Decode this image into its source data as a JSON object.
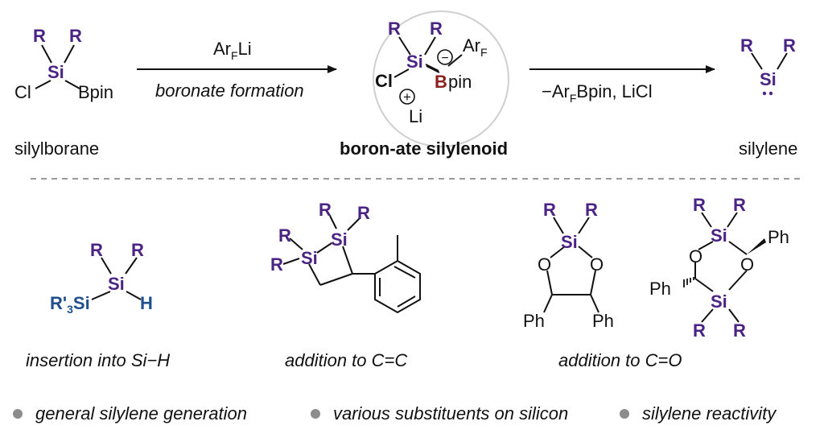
{
  "colors": {
    "purple": "#4a2384",
    "blue": "#1f4f8c",
    "boron": "#8c1f1f",
    "black": "#111111",
    "bullet_gray": "#8c8c8c",
    "circle_gray": "#cfcfcf",
    "dash_gray": "#9a9a9a"
  },
  "top": {
    "silylborane": {
      "r": "R",
      "si": "Si",
      "cl": "Cl",
      "bpin": "Bpin",
      "caption": "silylborane"
    },
    "arrow1": {
      "reagent_main": "Ar",
      "reagent_sub": "F",
      "reagent_tail": "Li",
      "label": "boronate formation"
    },
    "silylenoid": {
      "r": "R",
      "si": "Si",
      "cl": "Cl",
      "b": "B",
      "pin": "pin",
      "ar_main": "Ar",
      "ar_sub": "F",
      "minus": "−",
      "plus": "+",
      "li": "Li",
      "caption": "boron-ate silylenoid"
    },
    "arrow2": {
      "label_pre": "−Ar",
      "label_sub": "F",
      "label_post": "Bpin, LiCl"
    },
    "silylene": {
      "r": "R",
      "si": "Si",
      "caption": "silylene"
    }
  },
  "bottom": {
    "insertion": {
      "r": "R",
      "si": "Si",
      "h": "H",
      "r3si_main": "R'",
      "r3si_sub": "3",
      "r3si_tail": "Si",
      "caption": "insertion into Si−H"
    },
    "cc": {
      "r": "R",
      "si": "Si",
      "caption": "addition to C=C"
    },
    "co": {
      "r": "R",
      "si": "Si",
      "o": "O",
      "ph": "Ph",
      "caption": "addition to C=O"
    }
  },
  "bullets": [
    "general silylene generation",
    "various substituents on silicon",
    "silylene reactivity"
  ]
}
